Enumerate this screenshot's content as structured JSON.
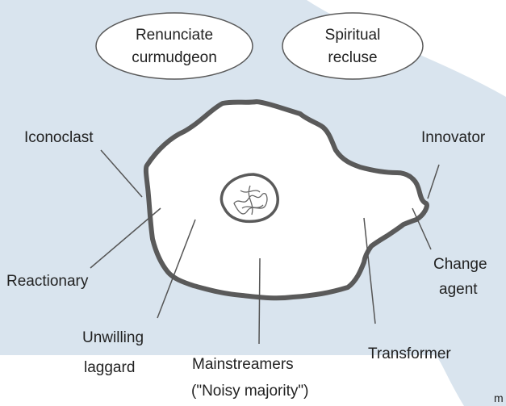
{
  "colors": {
    "background_panel": "#d9e4ee",
    "blob_fill": "#ffffff",
    "blob_stroke": "#5a5a5a",
    "text": "#222222"
  },
  "outside": {
    "bubble_left": {
      "line1": "Renunciate",
      "line2": "curmudgeon"
    },
    "bubble_right": {
      "line1": "Spiritual",
      "line2": "recluse"
    }
  },
  "labels": {
    "iconoclast": "Iconoclast",
    "innovator": "Innovator",
    "reactionary": "Reactionary",
    "change_agent": {
      "line1": "Change",
      "line2": "agent"
    },
    "unwilling_laggard": {
      "line1": "Unwilling",
      "line2": "laggard"
    },
    "mainstreamers": {
      "line1": "Mainstreamers",
      "line2": "(\"Noisy majority\")"
    },
    "transformer": "Transformer"
  },
  "corner_fragment": "m"
}
